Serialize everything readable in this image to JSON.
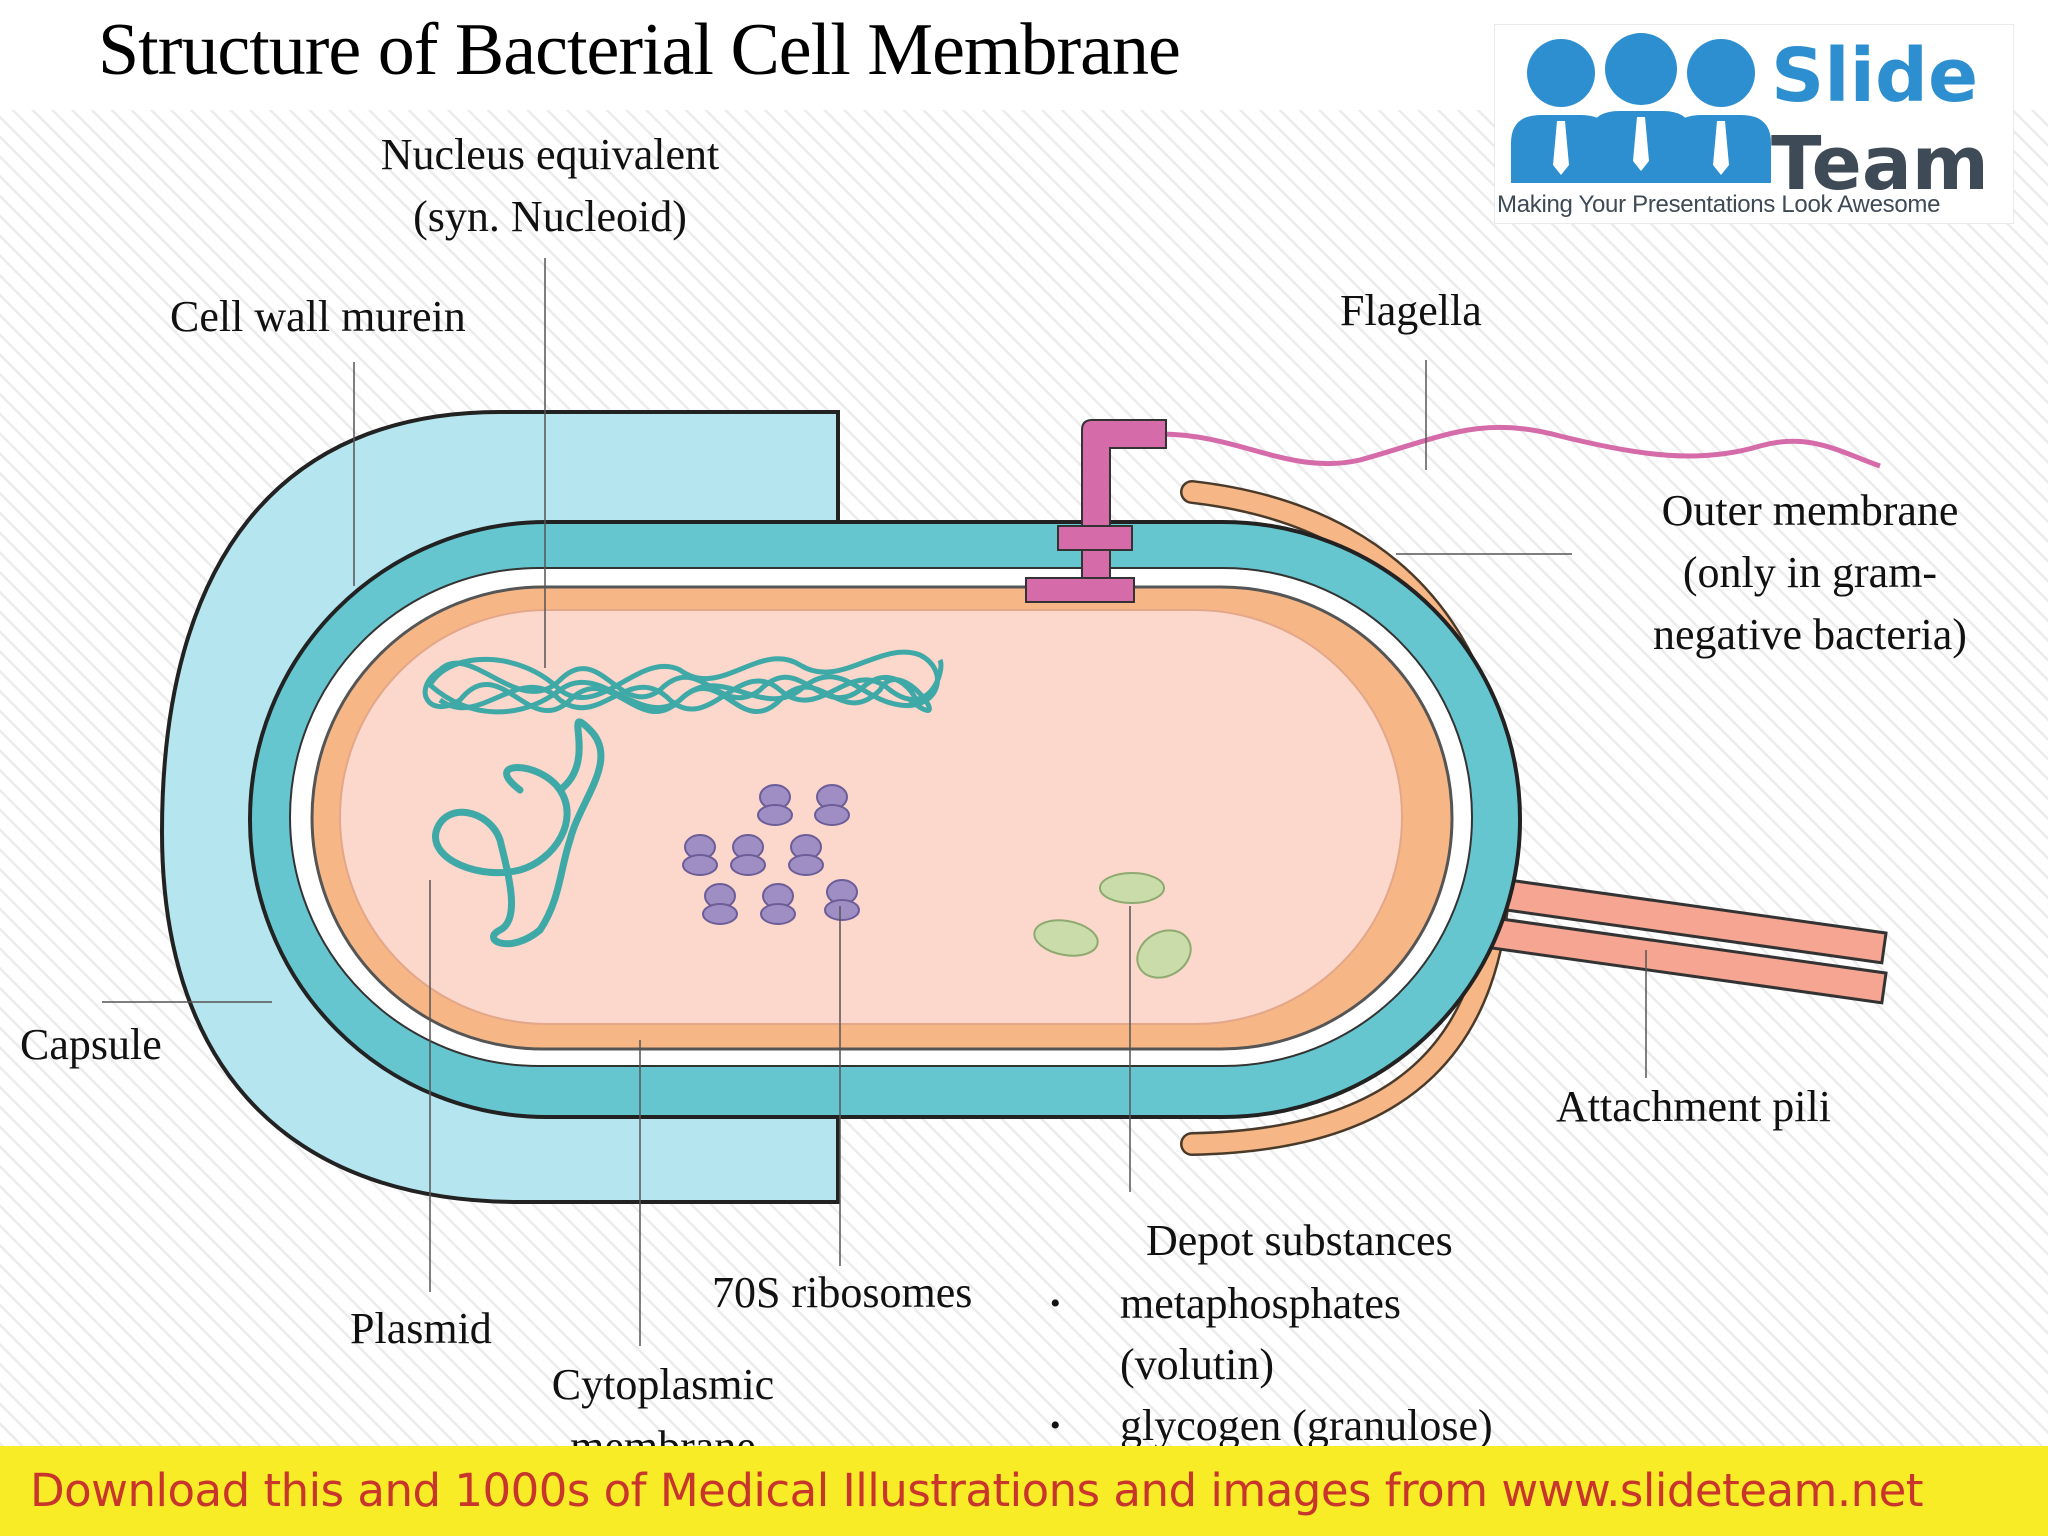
{
  "title": "Structure of Bacterial Cell Membrane",
  "labels": {
    "nucleus_line1": "Nucleus equivalent",
    "nucleus_line2": "(syn. Nucleoid)",
    "cell_wall": "Cell wall murein",
    "flagella": "Flagella",
    "outer_line1": "Outer membrane",
    "outer_line2": "(only in gram-",
    "outer_line3": "negative bacteria)",
    "capsule": "Capsule",
    "attachment_pili": "Attachment pili",
    "depot_heading": "Depot substances",
    "depot_item1_line1": "metaphosphates",
    "depot_item1_line2": "(volutin)",
    "depot_item2": "glycogen (granulose)",
    "ribosomes": "70S ribosomes",
    "plasmid": "Plasmid",
    "cytoplasmic_line1": "Cytoplasmic",
    "cytoplasmic_line2": "membrane"
  },
  "logo": {
    "word1": "Slide",
    "word2": "Team",
    "tagline": "Making Your Presentations Look Awesome"
  },
  "footer": "Download this and 1000s of Medical Illustrations and images from www.slideteam.net",
  "colors": {
    "capsule": "#b5e5ee",
    "cell_wall": "#66c6d0",
    "cytoplasm": "#fcd7cb",
    "membrane": "#f7b686",
    "nucleoid": "#3fa9a7",
    "ribosome": "#9e8ec4",
    "flagellum": "#d56ba9",
    "pili": "#f5a592",
    "depot": "#c9dca9",
    "footer_bg": "#f8ec26",
    "footer_text": "#c8352c"
  }
}
